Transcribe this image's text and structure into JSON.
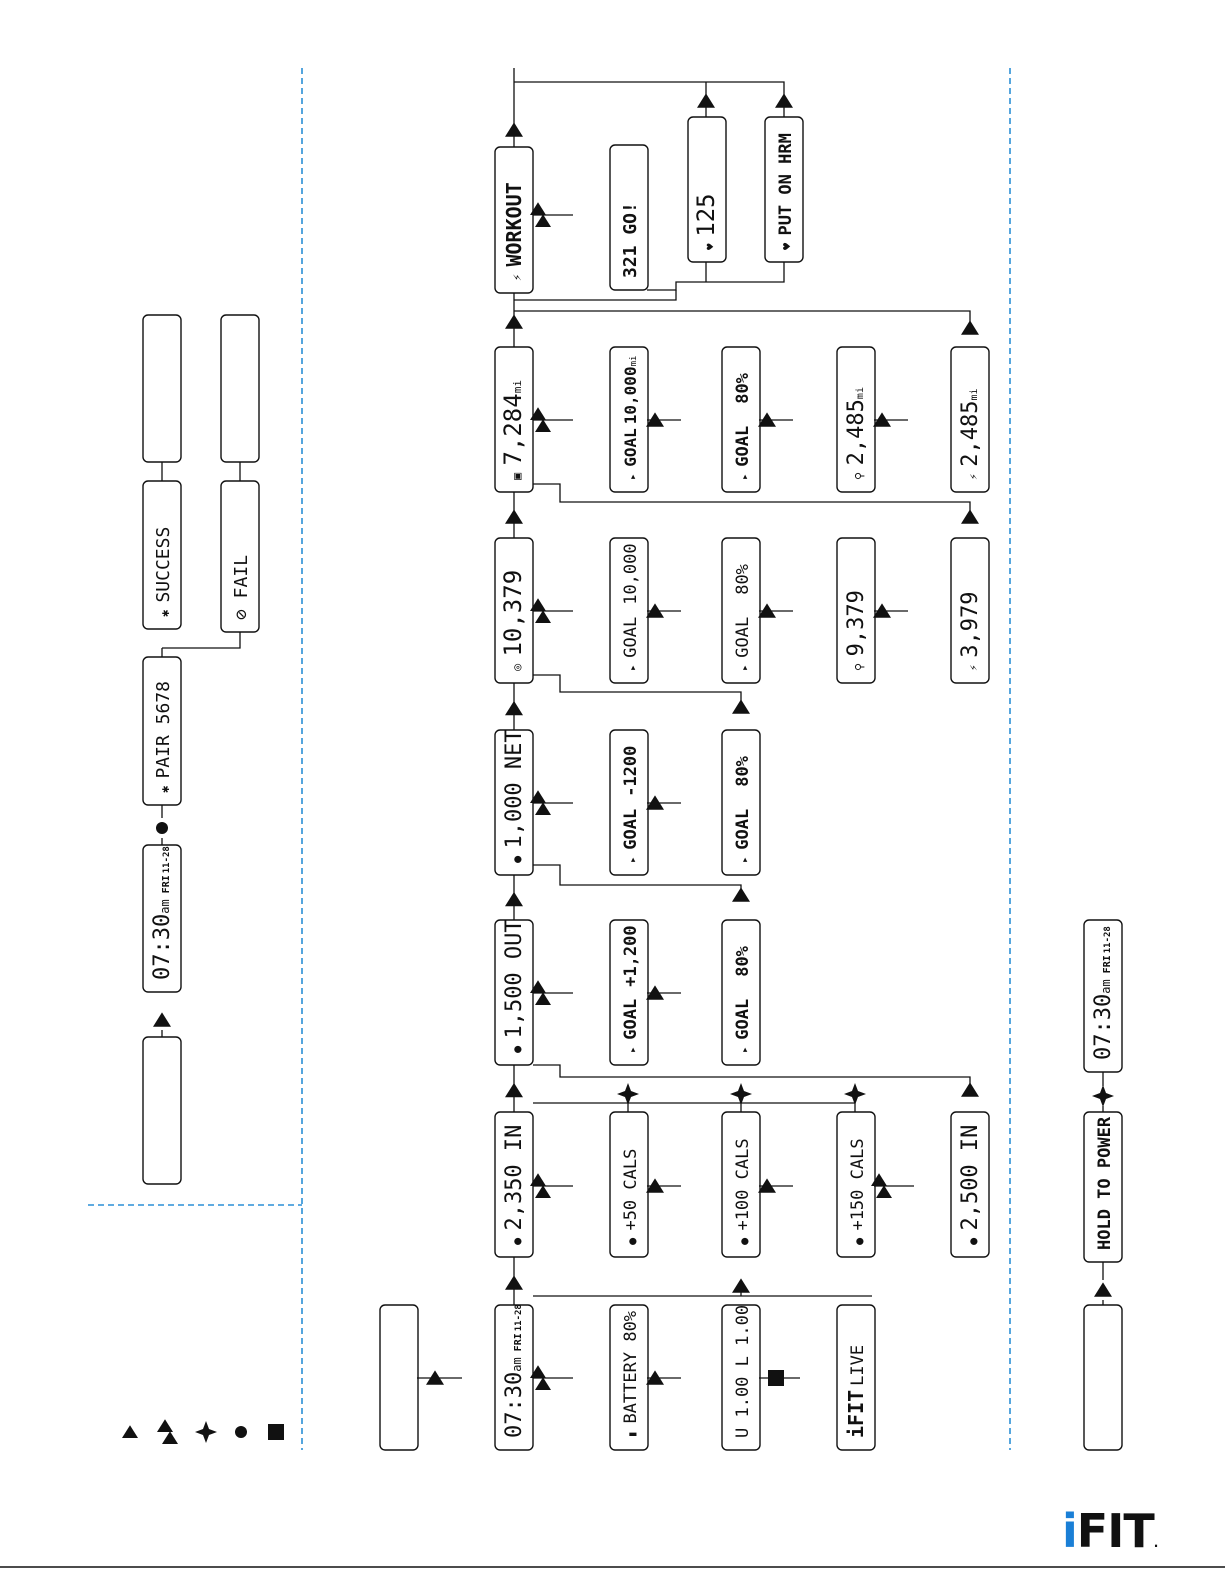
{
  "colors": {
    "ink": "#111111",
    "guide": "#2b8fd6",
    "logo_accent": "#1a7fd6"
  },
  "legend": {
    "icons": [
      "triangle-icon",
      "double-triangle-icon",
      "four-point-star-icon",
      "circle-icon",
      "square-icon"
    ]
  },
  "pairing": {
    "clock": {
      "time": "07:30",
      "ampm": "am",
      "day": "FRI",
      "date": "11-28"
    },
    "pair": "PAIR 5678",
    "success": "SUCCESS",
    "fail": "FAIL"
  },
  "columns": {
    "time": {
      "main": {
        "time": "07:30",
        "ampm": "am",
        "day": "FRI",
        "date": "11-28"
      },
      "battery": "BATTERY 80%",
      "version": "U 1.00 L 1.00",
      "brand": "iFIT",
      "brand_suffix": "LIVE"
    },
    "calories": {
      "main": "2,350 IN",
      "add50": "+50 CALS",
      "add100": "+100 CALS",
      "add150": "+150 CALS",
      "result": "2,500 IN"
    },
    "burn": {
      "main": "1,500 OUT",
      "goal_label": "GOAL",
      "goal_value": "+1,200",
      "pct_value": "80%"
    },
    "net": {
      "main": "1,000 NET",
      "goal_label": "GOAL",
      "goal_value": "-1200",
      "pct_value": "80%"
    },
    "steps": {
      "main": "10,379",
      "goal_label": "GOAL",
      "goal_value": "10,000",
      "pct_value": "80%",
      "walk": "9,379",
      "run": "3,979"
    },
    "distance": {
      "main": "7,284",
      "unit": "mi",
      "goal_label": "GOAL",
      "goal_value": "10,000",
      "goal_unit": "mi",
      "pct_value": "80%",
      "walk": "2,485",
      "run": "2,485"
    },
    "workout": {
      "main": "WORKOUT",
      "countdown": "321 GO!",
      "heart": "125",
      "hrm": "PUT ON HRM"
    }
  },
  "power": {
    "hold": "HOLD TO POWER",
    "clock": {
      "time": "07:30",
      "ampm": "am",
      "day": "FRI",
      "date": "11-28"
    }
  },
  "logo": {
    "text_i": "i",
    "text_rest": "FIT",
    "dot": "."
  }
}
